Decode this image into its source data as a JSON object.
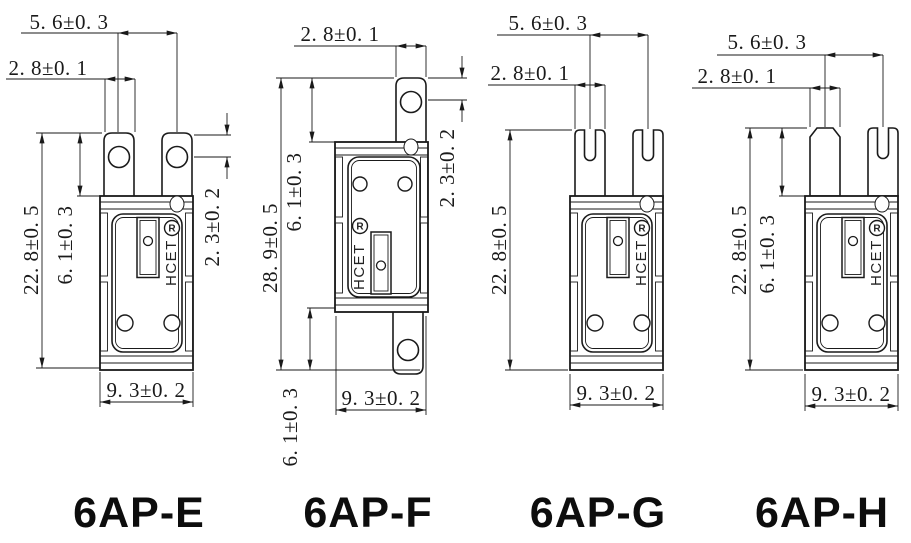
{
  "page": {
    "background": "#ffffff",
    "line_color": "#1a1a1a"
  },
  "brand": {
    "name": "HCET",
    "registered_mark": "R"
  },
  "figures": [
    {
      "label": "6AP-E",
      "dims": {
        "pin_pitch": "5. 6±0. 3",
        "terminal_width": "2. 8±0. 1",
        "overall_height": "22. 8±0. 5",
        "terminal_length": "6. 1±0. 3",
        "hole_position": "2. 3±0. 2",
        "body_width": "9. 3±0. 2"
      }
    },
    {
      "label": "6AP-F",
      "dims": {
        "terminal_width": "2. 8±0. 1",
        "overall_height": "28. 9±0. 5",
        "terminal_length_top": "6. 1±0. 3",
        "hole_position": "2. 3±0. 2",
        "terminal_length_bottom": "6. 1±0. 3",
        "body_width": "9. 3±0. 2"
      }
    },
    {
      "label": "6AP-G",
      "dims": {
        "pin_pitch": "5. 6±0. 3",
        "terminal_width": "2. 8±0. 1",
        "overall_height": "22. 8±0. 5",
        "body_width": "9. 3±0. 2"
      }
    },
    {
      "label": "6AP-H",
      "dims": {
        "pin_pitch": "5. 6±0. 3",
        "terminal_width": "2. 8±0. 1",
        "overall_height": "22. 8±0. 5",
        "terminal_length": "6. 1±0. 3",
        "body_width": "9. 3±0. 2"
      }
    }
  ]
}
